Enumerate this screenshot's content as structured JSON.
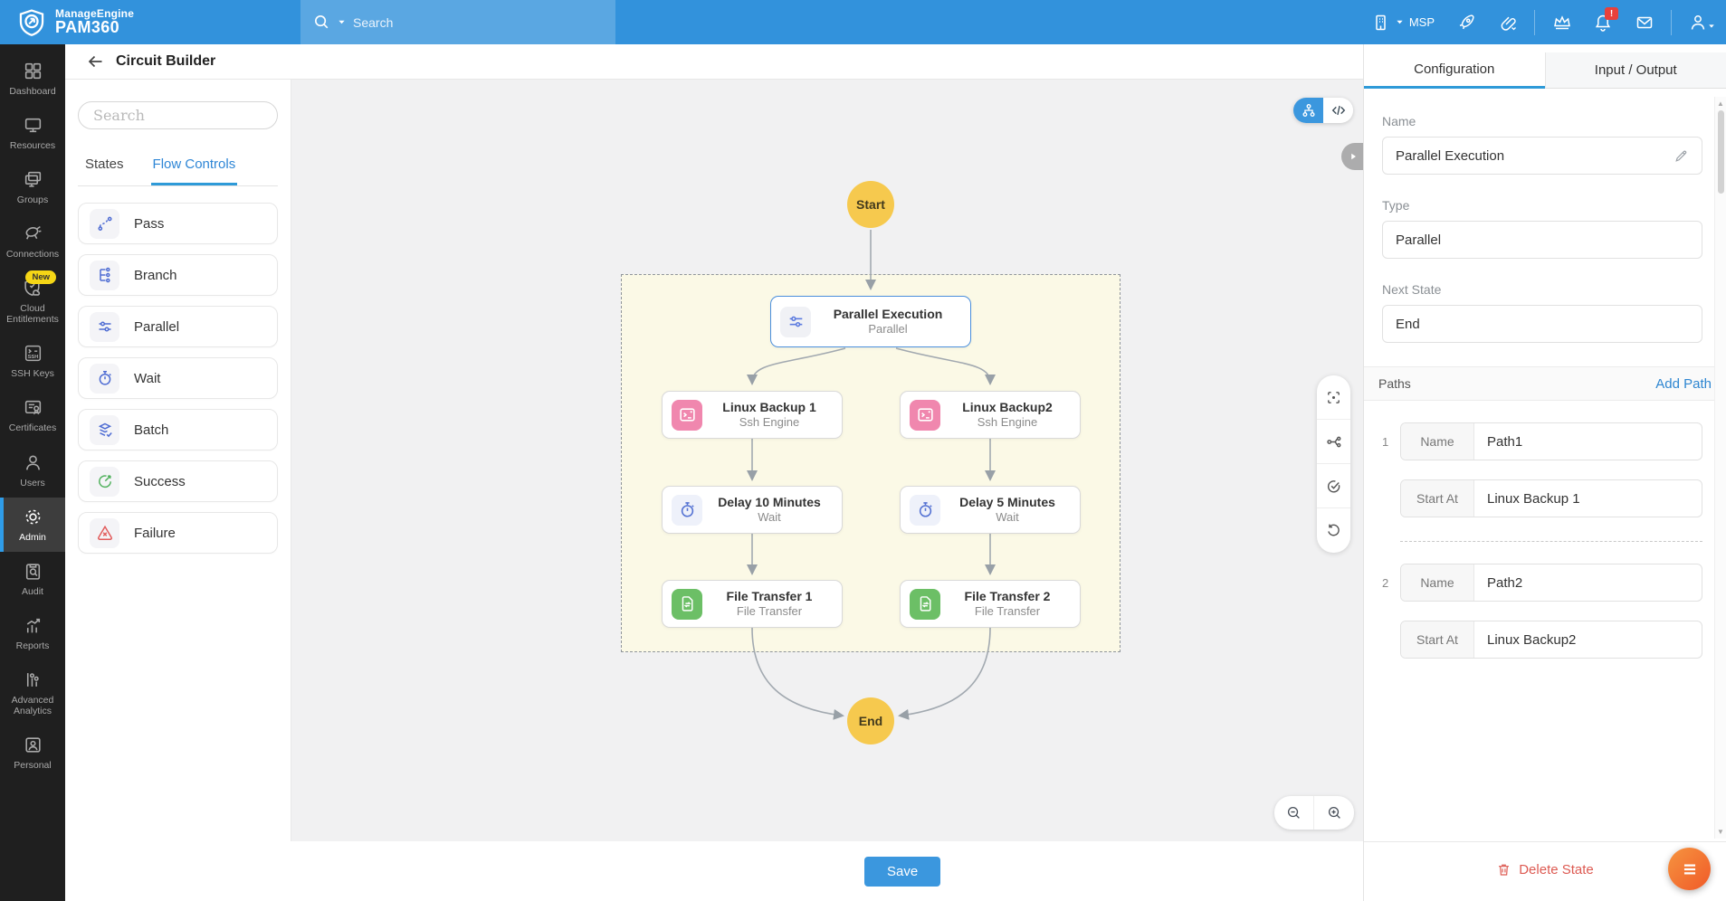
{
  "topbar": {
    "brand_top": "ManageEngine",
    "brand_bottom": "PAM360",
    "search_placeholder": "Search",
    "msp_label": "MSP",
    "bell_badge": "!"
  },
  "header": {
    "title": "Circuit Builder"
  },
  "sidebar": {
    "new_badge": "New",
    "items": [
      {
        "label": "Dashboard",
        "active": false
      },
      {
        "label": "Resources",
        "active": false
      },
      {
        "label": "Groups",
        "active": false
      },
      {
        "label": "Connections",
        "active": false
      },
      {
        "label": "Cloud Entitlements",
        "active": false
      },
      {
        "label": "SSH Keys",
        "active": false
      },
      {
        "label": "Certificates",
        "active": false
      },
      {
        "label": "Users",
        "active": false
      },
      {
        "label": "Admin",
        "active": true
      },
      {
        "label": "Audit",
        "active": false
      },
      {
        "label": "Reports",
        "active": false
      },
      {
        "label": "Advanced Analytics",
        "active": false
      },
      {
        "label": "Personal",
        "active": false
      }
    ]
  },
  "palette": {
    "search_placeholder": "Search",
    "tabs": [
      {
        "label": "States",
        "active": false
      },
      {
        "label": "Flow Controls",
        "active": true
      }
    ],
    "items": [
      {
        "label": "Pass"
      },
      {
        "label": "Branch"
      },
      {
        "label": "Parallel"
      },
      {
        "label": "Wait"
      },
      {
        "label": "Batch"
      },
      {
        "label": "Success"
      },
      {
        "label": "Failure"
      }
    ]
  },
  "canvas": {
    "start_label": "Start",
    "end_label": "End",
    "nodes": {
      "parallel": {
        "title": "Parallel Execution",
        "subtitle": "Parallel",
        "selected": true
      },
      "linux1": {
        "title": "Linux Backup 1",
        "subtitle": "Ssh Engine"
      },
      "linux2": {
        "title": "Linux Backup2",
        "subtitle": "Ssh Engine"
      },
      "delay1": {
        "title": "Delay 10 Minutes",
        "subtitle": "Wait"
      },
      "delay2": {
        "title": "Delay 5 Minutes",
        "subtitle": "Wait"
      },
      "ft1": {
        "title": "File Transfer 1",
        "subtitle": "File Transfer"
      },
      "ft2": {
        "title": "File Transfer 2",
        "subtitle": "File Transfer"
      }
    }
  },
  "config_panel": {
    "tabs": [
      {
        "label": "Configuration",
        "active": true
      },
      {
        "label": "Input / Output",
        "active": false
      }
    ],
    "name_label": "Name",
    "name_value": "Parallel Execution",
    "type_label": "Type",
    "type_value": "Parallel",
    "next_state_label": "Next State",
    "next_state_value": "End",
    "paths_title": "Paths",
    "add_path_label": "Add Path",
    "paths": [
      {
        "index": "1",
        "name_label": "Name",
        "name_value": "Path1",
        "start_label": "Start At",
        "start_value": "Linux Backup 1"
      },
      {
        "index": "2",
        "name_label": "Name",
        "name_value": "Path2",
        "start_label": "Start At",
        "start_value": "Linux Backup2"
      }
    ],
    "delete_label": "Delete State"
  },
  "footer": {
    "save_label": "Save"
  },
  "colors": {
    "accent_blue": "#3292dc",
    "state_yellow": "#f6c94e",
    "ssh_pink": "#f087ae",
    "file_green": "#6cbf66",
    "failure_red": "#e25c5c",
    "success_green": "#53b25f",
    "fab_orange": "#f05a28"
  }
}
